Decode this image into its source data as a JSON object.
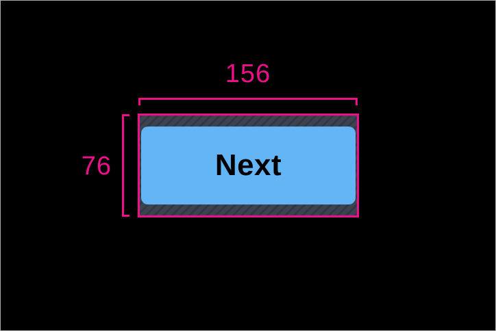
{
  "measurement": {
    "width_label": "156",
    "height_label": "76"
  },
  "button": {
    "label": "Next"
  },
  "colors": {
    "accent": "#ed1089",
    "button-fill": "#64b5f6",
    "button-text": "#000000",
    "hatch-base": "#3c4350",
    "hatch-stripe": "#313743",
    "canvas-bg": "#000000",
    "frame-border": "#ababab"
  }
}
